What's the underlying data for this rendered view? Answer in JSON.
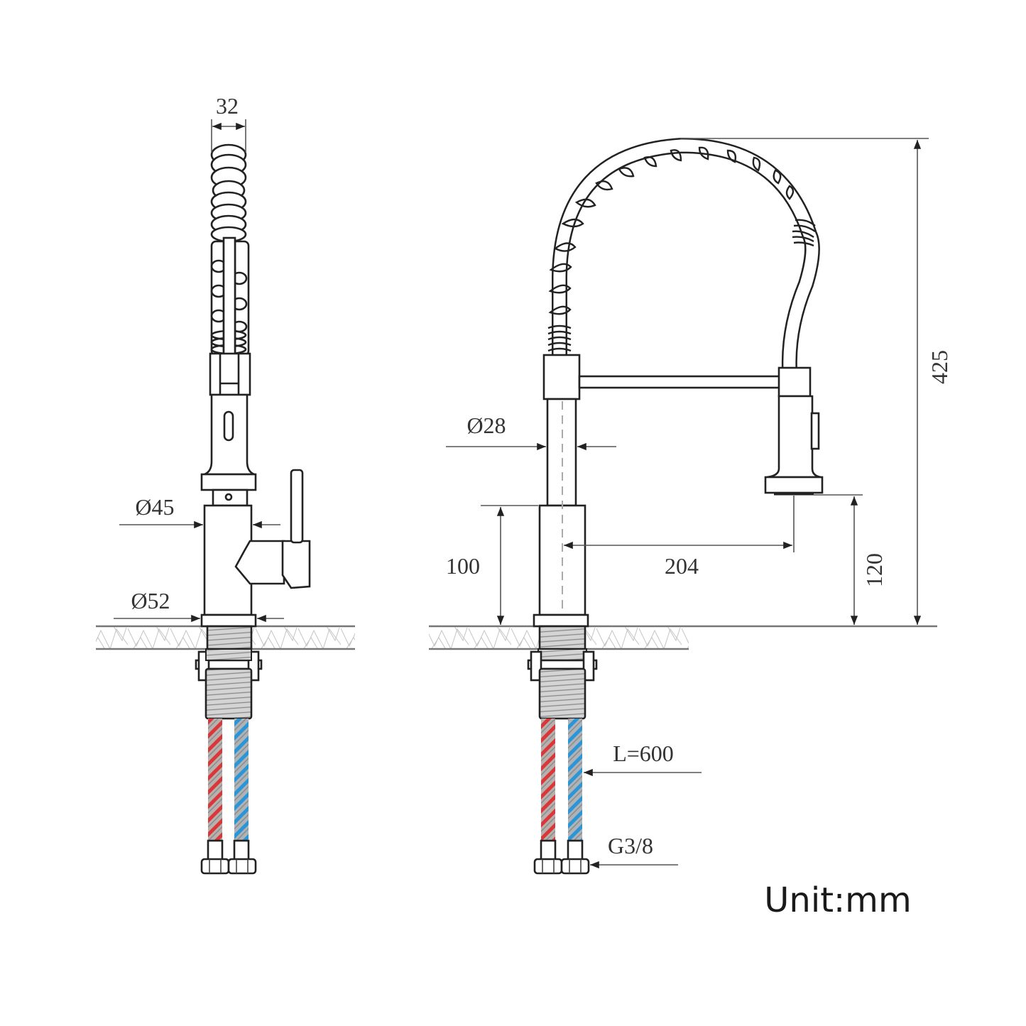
{
  "title": "Pull-down spring kitchen faucet dimension drawing",
  "unit_label": "Unit:mm",
  "colors": {
    "line": "#222222",
    "hot_hose": "#d9373a",
    "cold_hose": "#2b95d6",
    "hose_base": "#a9a9a9"
  },
  "side_view": {
    "dimensions": {
      "spout_width": "32",
      "body_diameter": "Ø45",
      "base_diameter": "Ø52"
    }
  },
  "front_view": {
    "dimensions": {
      "spout_tube_diameter": "Ø28",
      "base_body_height": "100",
      "spout_reach": "204",
      "spout_clearance_height": "120",
      "total_height": "425",
      "hose_length": "L=600",
      "connection_thread": "G3/8"
    }
  }
}
